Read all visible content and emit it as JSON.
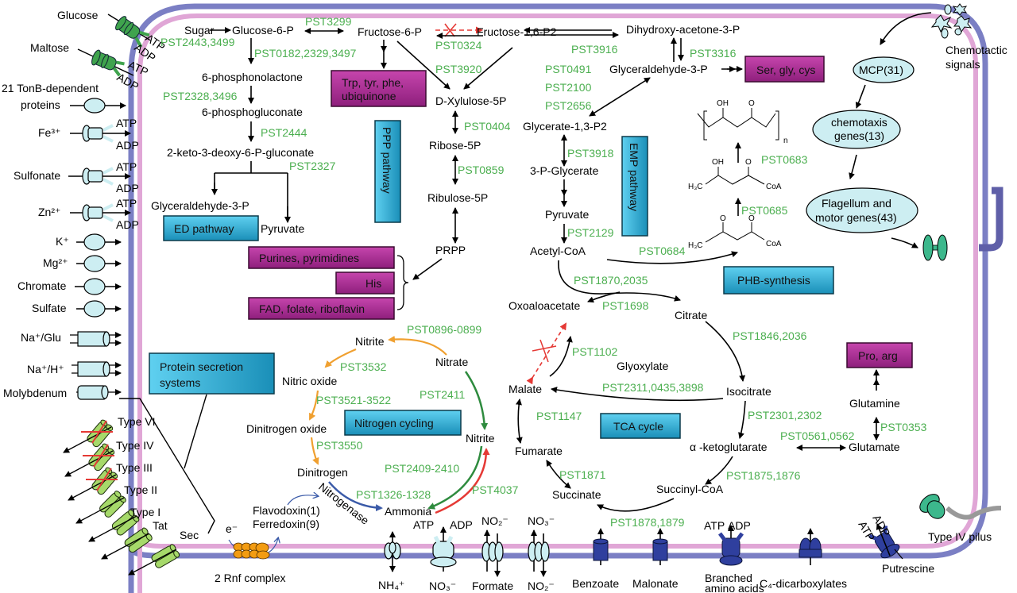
{
  "title": "Pseudomonas stutzeri metabolic and transport overview",
  "colors": {
    "outer_membrane": "#7b7fc4",
    "inner_membrane": "#e0a6d6",
    "gene_label": "#4caf50",
    "pathway_box": "#29b6dc",
    "product_box": "#b0309a",
    "transporter_light": "#cdeef2",
    "transporter_green": "#3fa34d",
    "secretion_green": "#a6d96a",
    "transporter_dark_blue": "#2f3f9e",
    "denitrification": "#f0a030",
    "nitrate_reduction": "#2e8b3e",
    "reverse_reaction": "#e53935",
    "nitrogenase": "#3a5aa8",
    "rnf": "#f39c12"
  },
  "pathway_boxes": {
    "ed": "ED pathway",
    "ppp": "PPP pathway",
    "emp": "EMP pathway",
    "phb": "PHB-synthesis",
    "tca": "TCA cycle",
    "nitrogen": "Nitrogen cycling",
    "secretion_l1": "Protein secretion",
    "secretion_l2": "systems"
  },
  "product_boxes": {
    "aromatic_l1": "Trp, tyr, phe,",
    "aromatic_l2": "ubiquinone",
    "ser": "Ser, gly, cys",
    "purines": "Purines, pyrimidines",
    "his": "His",
    "fad": "FAD, folate, riboflavin",
    "pro": "Pro, arg"
  },
  "metabolites": {
    "sugar": "Sugar",
    "g6p": "Glucose-6-P",
    "f6p": "Fructose-6-P",
    "f16p2": "Fructose-1,6-P2",
    "dhap": "Dihydroxy-acetone-3-P",
    "gap": "Glyceraldehyde-3-P",
    "phosphonolactone": "6-phosphonolactone",
    "phosphogluconate": "6-phosphogluconate",
    "kdpg": "2-keto-3-deoxy-6-P-gluconate",
    "gap_ed": "Glyceraldehyde-3-P",
    "pyruvate_ed": "Pyruvate",
    "xylulose": "D-Xylulose-5P",
    "ribose": "Ribose-5P",
    "ribulose": "Ribulose-5P",
    "prpp": "PRPP",
    "g13p2": "Glycerate-1,3-P2",
    "pg3": "3-P-Glycerate",
    "pyruvate": "Pyruvate",
    "acetylcoa": "Acetyl-CoA",
    "oxaloacetate": "Oxoaloacetate",
    "citrate": "Citrate",
    "isocitrate": "Isocitrate",
    "glyoxylate": "Glyoxylate",
    "malate": "Malate",
    "fumarate": "Fumarate",
    "succinate": "Succinate",
    "succinylcoa": "Succinyl-CoA",
    "akg": "α -ketoglutarate",
    "glutamate": "Glutamate",
    "glutamine": "Glutamine",
    "nitrite_top": "Nitrite",
    "nitrate": "Nitrate",
    "nitric_oxide": "Nitric oxide",
    "dinitrogen_oxide": "Dinitrogen oxide",
    "dinitrogen": "Dinitrogen",
    "nitrite_right": "Nitrite",
    "ammonia": "Ammonia",
    "nitrogenase": "Nitrogenase",
    "flavodoxin": "Flavodoxin(1)",
    "ferredoxin": "Ferredoxin(9)",
    "electron": "e⁻"
  },
  "genes": {
    "g1": "PST2443,3499",
    "g2": "PST3299",
    "g3": "PST0182,2329,3497",
    "g4": "PST2328,3496",
    "g5": "PST2444",
    "g6": "PST2327",
    "g7": "PST0324",
    "g8": "PST3920",
    "g9": "PST0404",
    "g10": "PST0859",
    "g11": "PST3916",
    "g12": "PST3316",
    "g13": "PST0491",
    "g14": "PST2100",
    "g15": "PST2656",
    "g16": "PST3918",
    "g17": "PST2129",
    "g18": "PST0684",
    "g19": "PST0685",
    "g20": "PST0683",
    "g21": "PST1870,2035",
    "g22": "PST1698",
    "g23": "PST1846,2036",
    "g24": "PST1102",
    "g25": "PST2311,0435,3898",
    "g26": "PST2301,2302",
    "g27": "PST0561,0562",
    "g28": "PST0353",
    "g29": "PST1147",
    "g30": "PST1871",
    "g31": "PST1875,1876",
    "g32": "PST1878,1879",
    "g33": "PST0896-0899",
    "g34": "PST3532",
    "g35": "PST3521-3522",
    "g36": "PST2411",
    "g37": "PST3550",
    "g38": "PST2409-2410",
    "g39": "PST1326-1328",
    "g40": "PST4037"
  },
  "phb": {
    "oh": "OH",
    "o": "O",
    "n": "n",
    "h3c": "H₃C",
    "coa": "CoA"
  },
  "chemotaxis": {
    "signals_l1": "Chemotactic",
    "signals_l2": "signals",
    "mcp": "MCP(31)",
    "chemo_l1": "chemotaxis",
    "chemo_l2": "genes(13)",
    "flag_l1": "Flagellum and",
    "flag_l2": "motor genes(43)"
  },
  "left_transporters": [
    {
      "label": "Glucose",
      "atp": "ATP",
      "adp": "ADP"
    },
    {
      "label": "Maltose",
      "atp": "ATP",
      "adp": "ADP"
    },
    {
      "label_l1": "21 TonB-dependent",
      "label_l2": "proteins"
    },
    {
      "label": "Fe³⁺",
      "atp": "ATP",
      "adp": "ADP"
    },
    {
      "label": "Sulfonate",
      "atp": "ATP",
      "adp": "ADP"
    },
    {
      "label": "Zn²⁺",
      "atp": "ATP",
      "adp": "ADP"
    },
    {
      "label": "K⁺"
    },
    {
      "label": "Mg²⁺"
    },
    {
      "label": "Chromate"
    },
    {
      "label": "Sulfate"
    },
    {
      "label": "Na⁺/Glu"
    },
    {
      "label": "Na⁺/H⁺"
    },
    {
      "label": "Molybdenum"
    }
  ],
  "secretion_systems": [
    {
      "label": "Type VI",
      "absent": true
    },
    {
      "label": "Type IV",
      "absent": true
    },
    {
      "label": "Type III",
      "absent": true
    },
    {
      "label": "Type II",
      "absent": false
    },
    {
      "label": "Type I",
      "absent": false
    },
    {
      "label": "Tat",
      "absent": false
    },
    {
      "label": "Sec",
      "absent": false
    }
  ],
  "bottom_transporters": {
    "rnf": "2 Rnf complex",
    "nh4": "NH₄⁺",
    "atp": "ATP",
    "adp": "ADP",
    "no3_in": "NO₃⁻",
    "no2_top": "NO₂⁻",
    "formate": "Formate",
    "no3_top": "NO₃⁻",
    "no2_bottom": "NO₂⁻",
    "benzoate": "Benzoate",
    "malonate": "Malonate",
    "branched_l1": "Branched",
    "branched_l2": "amino acids",
    "c4": "C₄-dicarboxylates",
    "putrescine": "Putrescine",
    "pilus": "Type IV pilus"
  }
}
